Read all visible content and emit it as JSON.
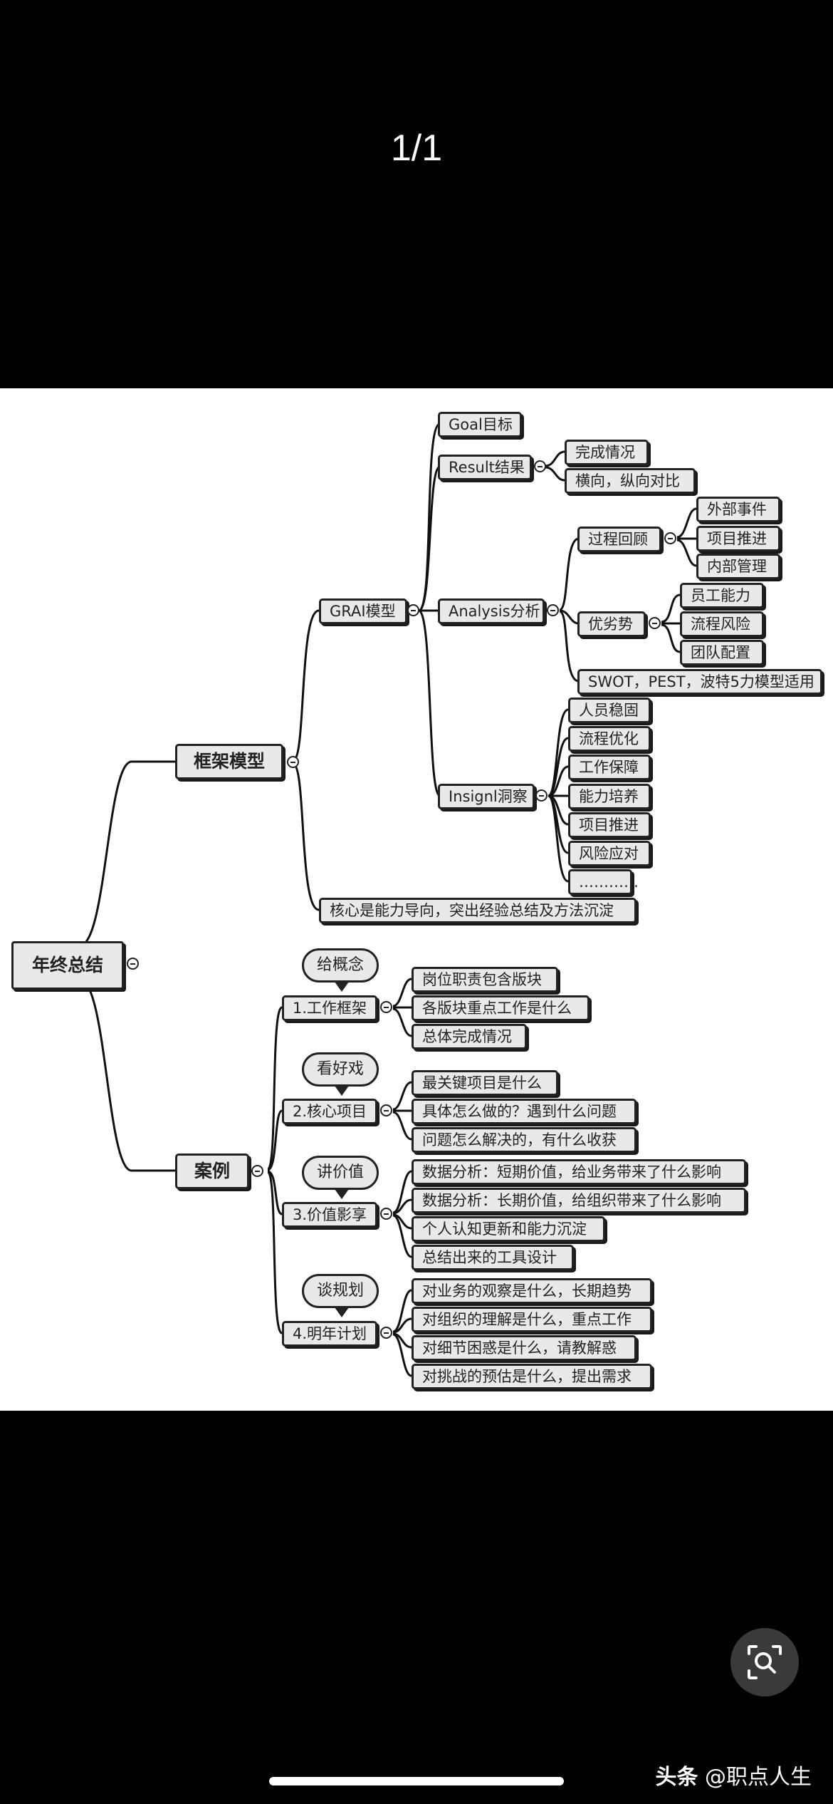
{
  "viewer": {
    "page_counter": "1/1"
  },
  "mindmap": {
    "root": "年终总结",
    "framework": {
      "label": "框架模型",
      "grai": {
        "label": "GRAI模型",
        "goal": "Goal目标",
        "result": {
          "label": "Result结果",
          "items": [
            "完成情况",
            "横向，纵向对比"
          ]
        },
        "analysis": {
          "label": "Analysis分析",
          "process": {
            "label": "过程回顾",
            "items": [
              "外部事件",
              "项目推进",
              "内部管理"
            ]
          },
          "strengths": {
            "label": "优劣势",
            "items": [
              "员工能力",
              "流程风险",
              "团队配置"
            ]
          },
          "tools": "SWOT，PEST，波特5力模型适用"
        },
        "insight": {
          "label": "Insignl洞察",
          "items": [
            "人员稳固",
            "流程优化",
            "工作保障",
            "能力培养",
            "项目推进",
            "风险应对",
            "…………"
          ]
        }
      },
      "core": "核心是能力导向，突出经验总结及方法沉淀"
    },
    "cases": {
      "label": "案例",
      "work": {
        "label": "1.工作框架",
        "bubble": "给概念",
        "items": [
          "岗位职责包含版块",
          "各版块重点工作是什么",
          "总体完成情况"
        ]
      },
      "project": {
        "label": "2.核心项目",
        "bubble": "看好戏",
        "items": [
          "最关键项目是什么",
          "具体怎么做的？遇到什么问题",
          "问题怎么解决的，有什么收获"
        ]
      },
      "value": {
        "label": "3.价值影享",
        "bubble": "讲价值",
        "items": [
          "数据分析：短期价值，给业务带来了什么影响",
          "数据分析：长期价值，给组织带来了什么影响",
          "个人认知更新和能力沉淀",
          "总结出来的工具设计"
        ]
      },
      "plan": {
        "label": "4.明年计划",
        "bubble": "谈规划",
        "items": [
          "对业务的观察是什么，长期趋势",
          "对组织的理解是什么，重点工作",
          "对细节困惑是什么，请教解惑",
          "对挑战的预估是什么，提出需求"
        ]
      }
    }
  },
  "footer": {
    "brand": "头条",
    "handle": "@职点人生"
  }
}
